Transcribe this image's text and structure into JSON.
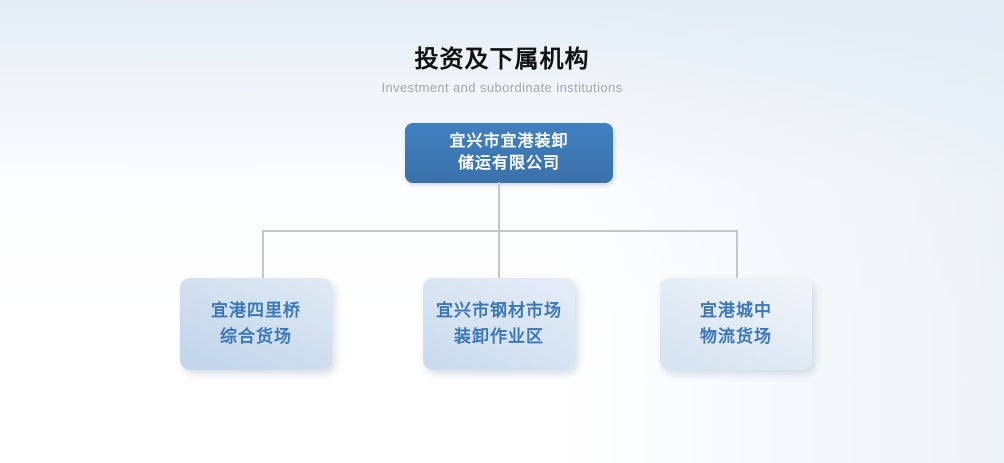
{
  "page": {
    "title": "投资及下属机构",
    "subtitle": "Investment and subordinate institutions"
  },
  "org_chart": {
    "root": {
      "name_lines": [
        "宜兴市宜港装卸",
        "储运有限公司"
      ]
    },
    "children": [
      {
        "name_lines": [
          "宜港四里桥",
          "综合货场"
        ]
      },
      {
        "name_lines": [
          "宜兴市钢材市场",
          "装卸作业区"
        ]
      },
      {
        "name_lines": [
          "宜港城中",
          "物流货场"
        ]
      }
    ]
  },
  "colors": {
    "root_box_bg": "#3c77b5",
    "root_box_text": "#ffffff",
    "child_box_bg_light": "#dfe9f4",
    "child_box_bg_dark": "#c3d6ea",
    "child_box_text": "#3c78b8",
    "connector_line": "#c6c6c6",
    "title_text": "#121212",
    "subtitle_text": "#a6a6a6",
    "background_top": "#e2ecf5",
    "background_bottom": "#ffffff"
  }
}
